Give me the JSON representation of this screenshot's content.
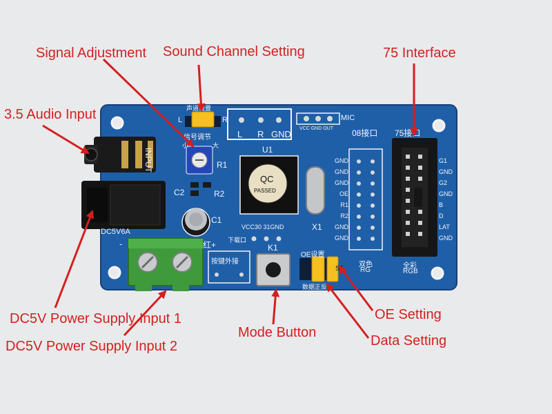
{
  "colors": {
    "background": "#e9eaec",
    "board": "#1f5fa8",
    "silkscreen": "#f2f4f8",
    "callout": "#d41f1f",
    "jumper": "#f5c020",
    "terminal": "#3f9a3c"
  },
  "callouts": [
    {
      "id": "signal",
      "text": "Signal Adjustment"
    },
    {
      "id": "sound",
      "text": "Sound Channel Setting"
    },
    {
      "id": "iface75",
      "text": "75 Interface"
    },
    {
      "id": "audio",
      "text": "3.5 Audio Input"
    },
    {
      "id": "dc1",
      "text": "DC5V Power Supply Input 1"
    },
    {
      "id": "dc2",
      "text": "DC5V Power Supply Input 2"
    },
    {
      "id": "mode",
      "text": "Mode Button"
    },
    {
      "id": "oe",
      "text": "OE Setting"
    },
    {
      "id": "data",
      "text": "Data Setting"
    }
  ],
  "board": {
    "input": "INPUT",
    "sound_cn": "声道设置",
    "sound_l": "L",
    "sound_r": "R",
    "signal_cn": "信号调节",
    "pot_min": "小",
    "pot_max": "大",
    "lrgnd_l": "L",
    "lrgnd_r": "R",
    "lrgnd_gnd": "GND",
    "mic": "MIC",
    "mic_pins": "VCC GND OUT",
    "iface08": "08接口",
    "iface75": "75接口",
    "u1": "U1",
    "qc": "QC",
    "passed": "PASSED",
    "r1": "R1",
    "r2": "R2",
    "c1": "C1",
    "c2": "C2",
    "x1": "X1",
    "k1": "K1",
    "dc5v6a": "DC5V6A",
    "red_plus": "红+",
    "minus": "-",
    "pins_vcc": "VCC30 31GND",
    "download": "下载口",
    "ext_key": "按键外接",
    "oe_set": "OE设置",
    "data_cn": "数据正反",
    "s1": "S1",
    "dual_color": "双色",
    "rg": "RG",
    "full_color": "全彩",
    "rgb": "RGB",
    "pins08": [
      "GND",
      "GND",
      "GND",
      "OE",
      "R1",
      "R2",
      "GND",
      "GND"
    ],
    "pins75": [
      "G1",
      "GND",
      "G2",
      "GND",
      "B",
      "D",
      "LAT",
      "GND"
    ]
  }
}
